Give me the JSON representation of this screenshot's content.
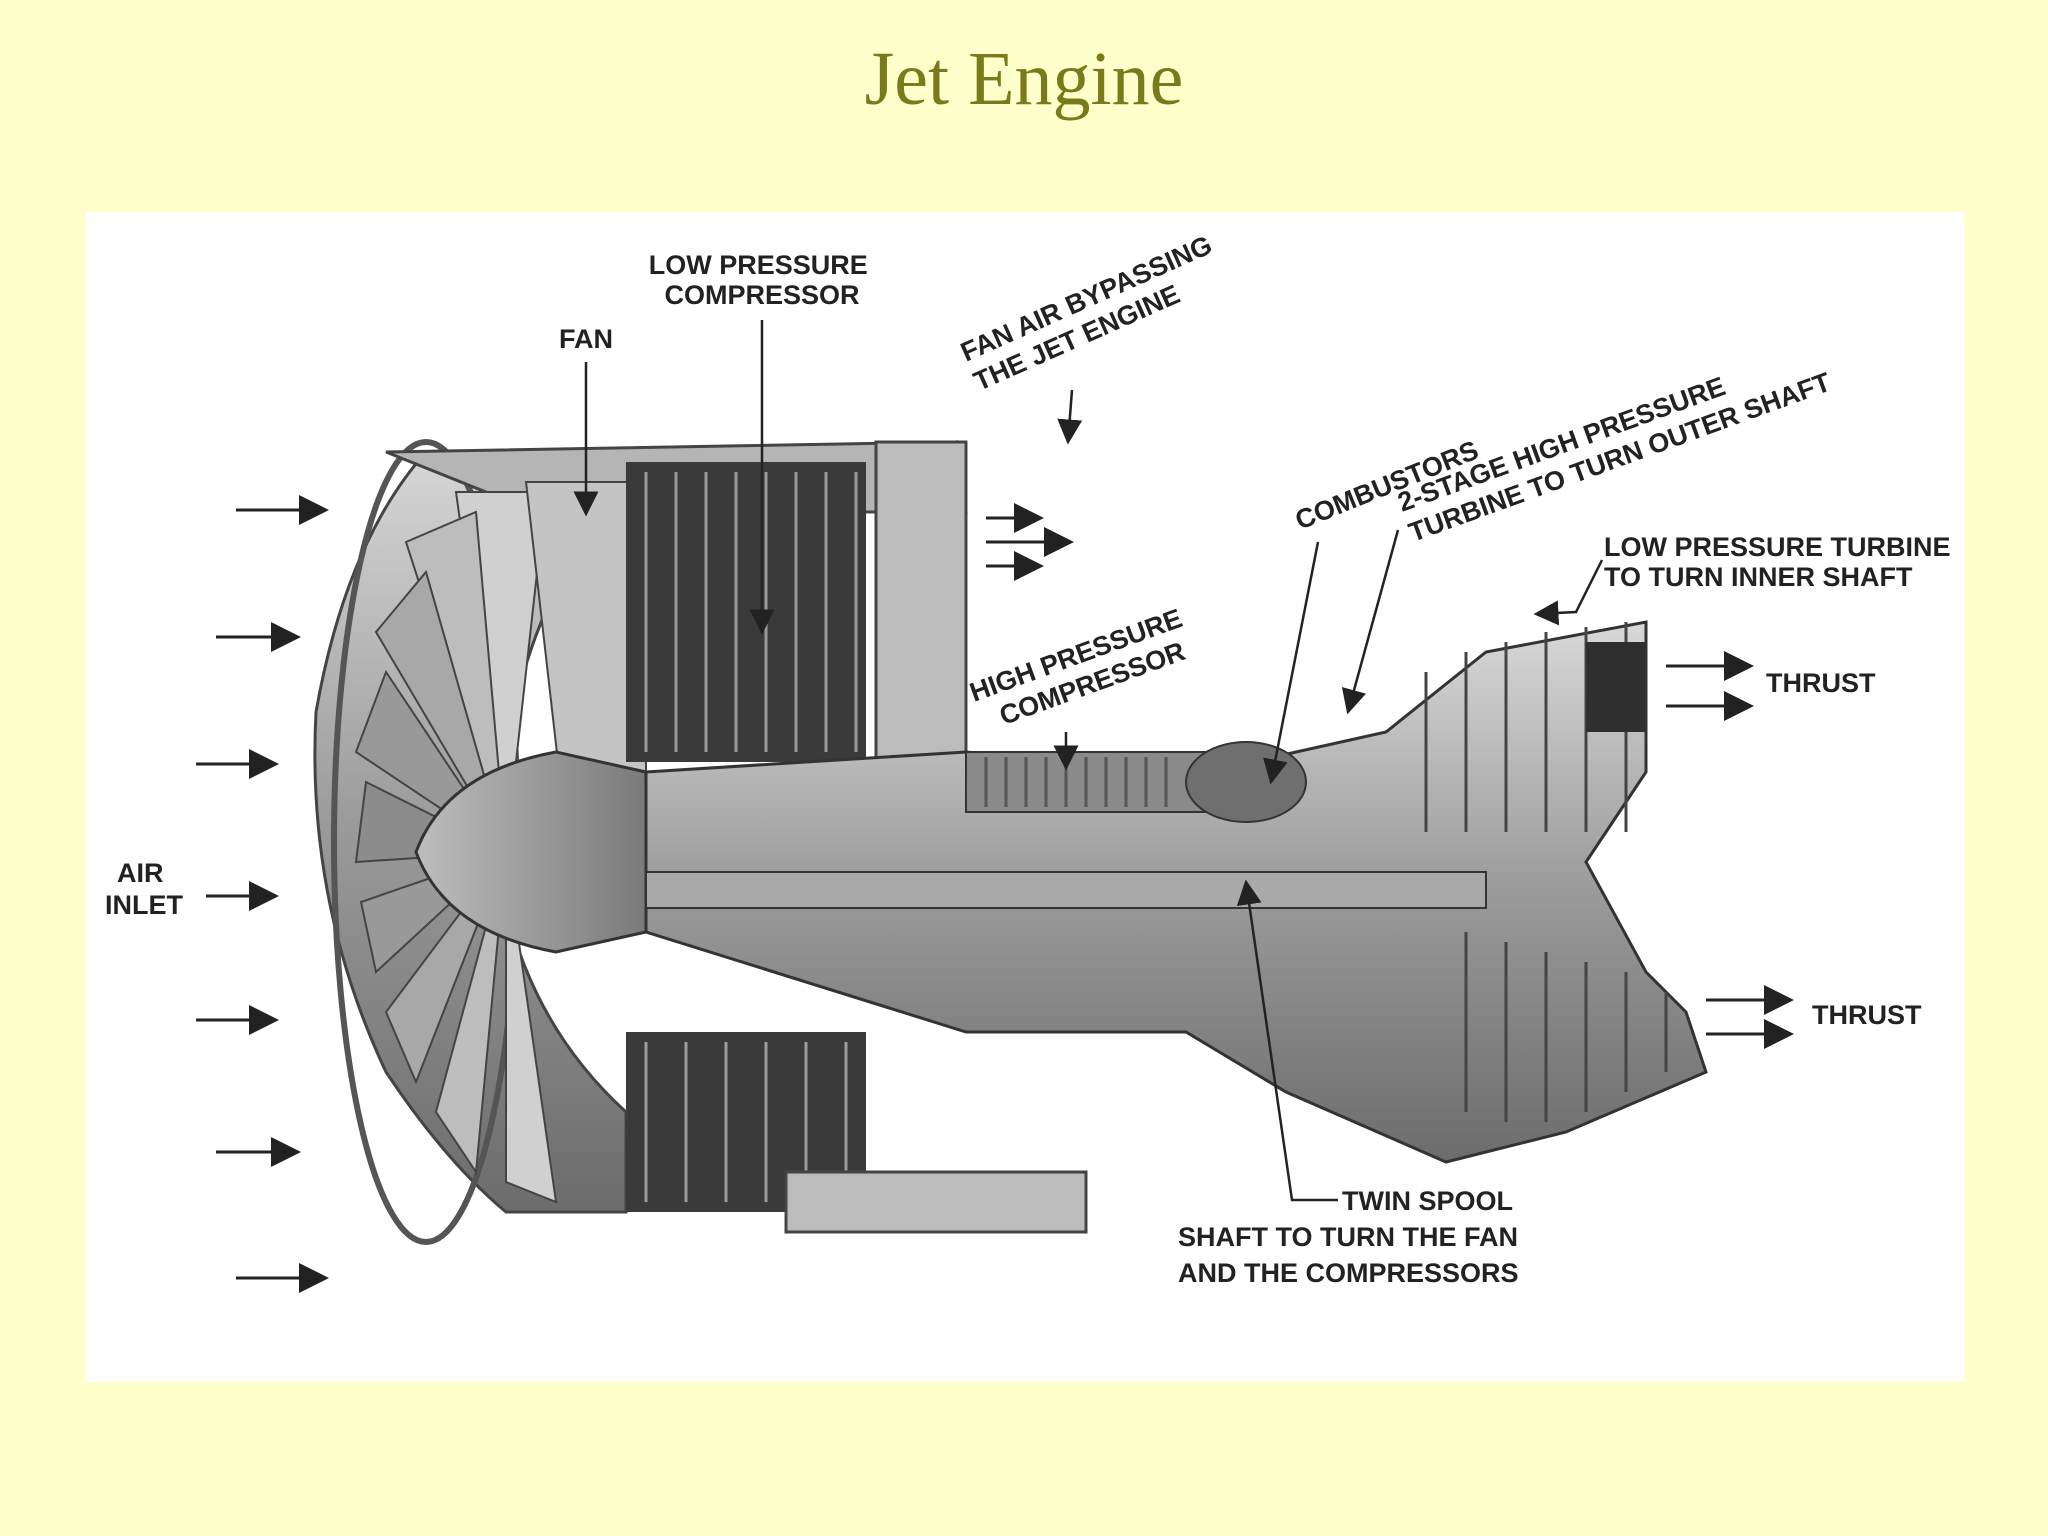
{
  "title": "Jet Engine",
  "labels": {
    "low_pressure_compressor": [
      "LOW PRESSURE",
      "COMPRESSOR"
    ],
    "fan": "FAN",
    "fan_air_bypass": [
      "FAN AIR BYPASSING",
      "THE JET ENGINE"
    ],
    "combustors": "COMBUSTORS",
    "high_pressure_turbine": [
      "2-STAGE HIGH PRESSURE",
      "TURBINE TO TURN OUTER SHAFT"
    ],
    "low_pressure_turbine": [
      "LOW PRESSURE TURBINE",
      "TO TURN INNER SHAFT"
    ],
    "high_pressure_compressor": [
      "HIGH PRESSURE",
      "COMPRESSOR"
    ],
    "thrust_upper": "THRUST",
    "thrust_lower": "THRUST",
    "air_inlet": [
      "AIR",
      "INLET"
    ],
    "twin_spool": [
      "TWIN SPOOL",
      "SHAFT TO TURN THE FAN",
      "AND THE COMPRESSORS"
    ]
  },
  "colors": {
    "background": "#ffffcc",
    "title": "#7a7a1a",
    "panel": "#ffffff",
    "ink": "#222222"
  }
}
